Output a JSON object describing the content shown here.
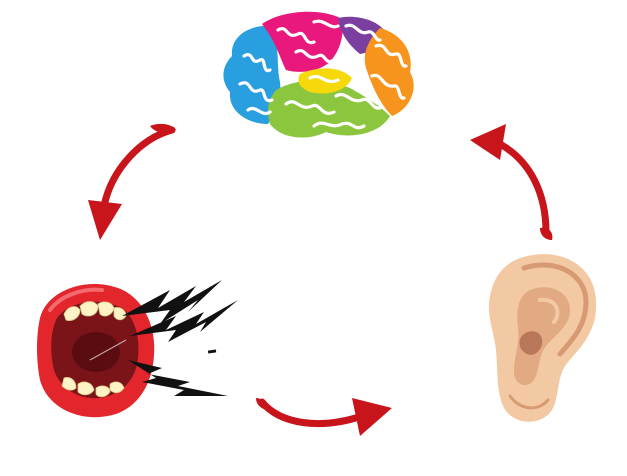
{
  "diagram": {
    "nodes": [
      {
        "id": "brain",
        "icon": "brain-icon"
      },
      {
        "id": "mouth",
        "icon": "shouting-mouth-icon"
      },
      {
        "id": "ear",
        "icon": "ear-icon"
      }
    ],
    "edges": [
      {
        "from": "brain",
        "to": "mouth"
      },
      {
        "from": "mouth",
        "to": "ear"
      },
      {
        "from": "ear",
        "to": "brain"
      }
    ]
  },
  "colors": {
    "arrow": "#c8141b",
    "brain": [
      "#e8187c",
      "#2a9fe0",
      "#f7941d",
      "#8cc63f",
      "#f5d90a",
      "#7b3fa0"
    ],
    "mouth_lips": "#e3262c",
    "mouth_inside": "#7a1418",
    "teeth": "#fdf3c6",
    "ear_skin": "#f3c9a4",
    "ear_shadow": "#d79a74"
  }
}
